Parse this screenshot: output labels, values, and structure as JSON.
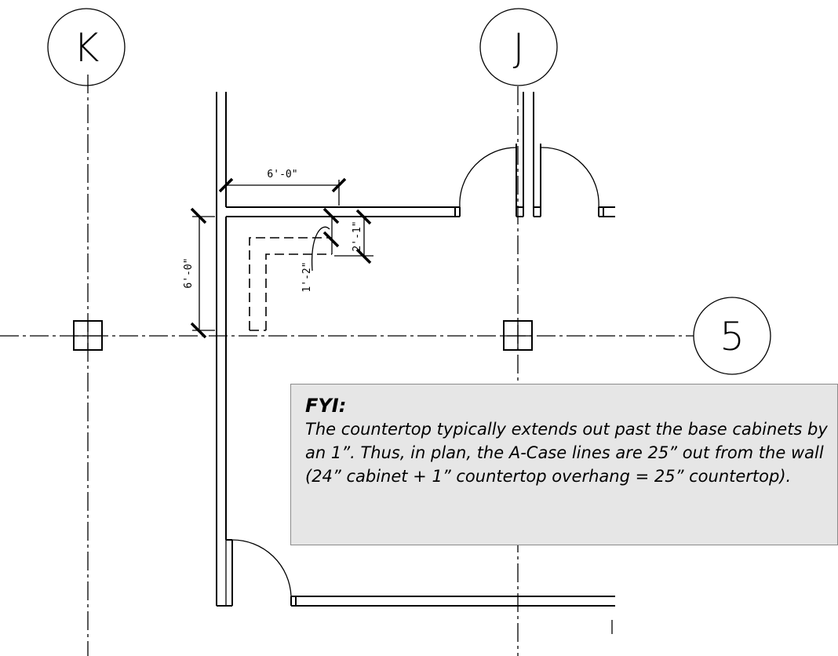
{
  "grid_bubbles": [
    {
      "id": "k",
      "label": "K"
    },
    {
      "id": "j",
      "label": "J"
    },
    {
      "id": "5",
      "label": "5"
    }
  ],
  "dimensions": [
    {
      "id": "top",
      "text": "6'-0\""
    },
    {
      "id": "left",
      "text": "6'-0\""
    },
    {
      "id": "corner",
      "text": "2'-1\""
    },
    {
      "id": "leader",
      "text": "1'-2\""
    }
  ],
  "note": {
    "title": "FYI:",
    "body": "The countertop typically extends out past the base cabinets by an 1”. Thus, in plan, the A-Case lines are 25” out from the wall (24” cabinet + 1” countertop overhang = 25” countertop)."
  }
}
